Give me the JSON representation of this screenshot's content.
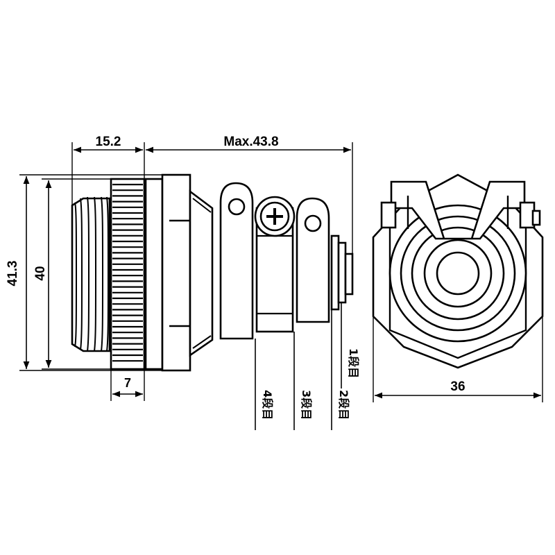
{
  "dimensions": {
    "front_length": "15.2",
    "max_length": "Max.43.8",
    "height_outer": "41.3",
    "height_inner": "40",
    "knurl_width": "7",
    "width_end": "36"
  },
  "terminal_labels": {
    "t1": "1段目",
    "t2": "2段目",
    "t3": "3段目",
    "t4": "4段目"
  }
}
